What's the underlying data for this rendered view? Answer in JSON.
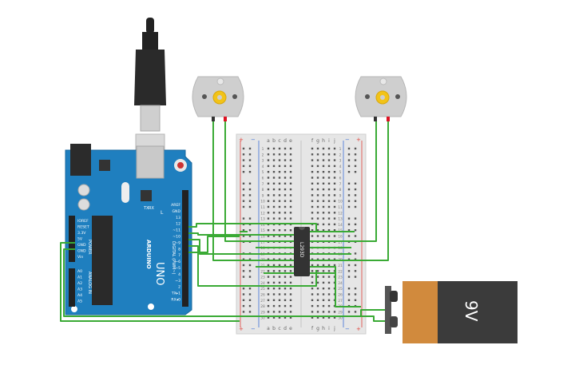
{
  "arduino": {
    "brand": "ARDUINO",
    "model": "UNO",
    "power_label": "POWER",
    "analog_label": "ANALOG IN",
    "digital_label": "DIGITAL (PWM~)",
    "top_pins": [
      "AREF",
      "GND",
      "13",
      "12",
      "~11",
      "~10",
      "~9",
      "8",
      "7",
      "~6",
      "~5",
      "4",
      "~3",
      "2",
      "TX▸1",
      "RX◂0"
    ],
    "power_pins": [
      "IOREF",
      "RESET",
      "3.3V",
      "5V",
      "GND",
      "GND",
      "Vin"
    ],
    "analog_pins": [
      "A0",
      "A1",
      "A2",
      "A3",
      "A4",
      "A5"
    ],
    "led_labels": [
      "TX",
      "RX"
    ],
    "l_label": "L"
  },
  "breadboard": {
    "col_letters_left": [
      "a",
      "b",
      "c",
      "d",
      "e"
    ],
    "col_letters_right": [
      "f",
      "g",
      "h",
      "i",
      "j"
    ],
    "rows": 30,
    "plus": "+",
    "minus": "−"
  },
  "chip": {
    "label": "L293D"
  },
  "battery": {
    "label": "9V"
  },
  "colors": {
    "wire": "#3aaa35",
    "arduino_blue": "#1f7fbf",
    "breadboard": "#e6e6e6",
    "battery_orange": "#d18a3d",
    "battery_dark": "#3b3b3b",
    "motor_gear": "#f2c318",
    "rail_red": "#e0413a",
    "rail_blue": "#3a6fd6"
  }
}
